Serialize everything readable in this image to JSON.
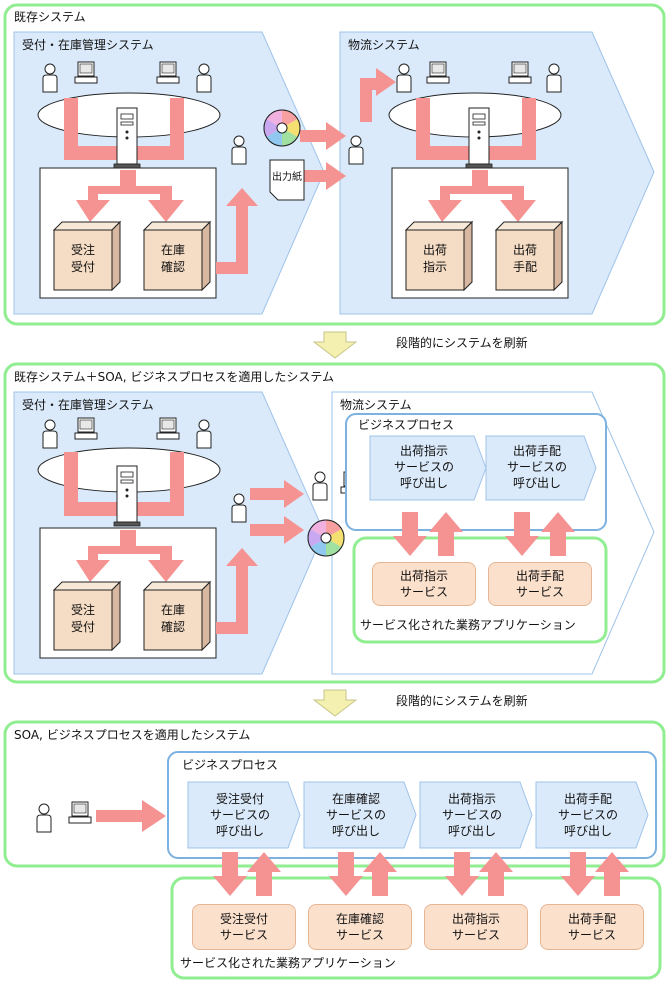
{
  "sections": {
    "legacy": {
      "title": "既存システム",
      "order_system": "受付・在庫管理システム",
      "logistics_system": "物流システム",
      "order_intake": [
        "受注",
        "受付"
      ],
      "stock_check": [
        "在庫",
        "確認"
      ],
      "shipping_instruction": [
        "出荷",
        "指示"
      ],
      "shipping_arrangement": [
        "出荷",
        "手配"
      ],
      "printout_label": "出力紙"
    },
    "transition_label": "段階的にシステムを刷新",
    "hybrid": {
      "title": "既存システム＋SOA, ビジネスプロセスを適用したシステム",
      "order_system": "受付・在庫管理システム",
      "logistics_system": "物流システム",
      "business_process": "ビジネスプロセス",
      "order_intake": [
        "受注",
        "受付"
      ],
      "stock_check": [
        "在庫",
        "確認"
      ],
      "call_ship_instruction": [
        "出荷指示",
        "サービスの",
        "呼び出し"
      ],
      "call_ship_arrangement": [
        "出荷手配",
        "サービスの",
        "呼び出し"
      ],
      "svc_ship_instruction": [
        "出荷指示",
        "サービス"
      ],
      "svc_ship_arrangement": [
        "出荷手配",
        "サービス"
      ],
      "service_apps": "サービス化された業務アプリケーション"
    },
    "soa": {
      "title": "SOA, ビジネスプロセスを適用したシステム",
      "business_process": "ビジネスプロセス",
      "calls": [
        [
          "受注受付",
          "サービスの",
          "呼び出し"
        ],
        [
          "在庫確認",
          "サービスの",
          "呼び出し"
        ],
        [
          "出荷指示",
          "サービスの",
          "呼び出し"
        ],
        [
          "出荷手配",
          "サービスの",
          "呼び出し"
        ]
      ],
      "services": [
        [
          "受注受付",
          "サービス"
        ],
        [
          "在庫確認",
          "サービス"
        ],
        [
          "出荷指示",
          "サービス"
        ],
        [
          "出荷手配",
          "サービス"
        ]
      ],
      "service_apps": "サービス化された業務アプリケーション"
    }
  },
  "colors": {
    "panel_border": "#90ee90",
    "chevron_fill": "#dbeafa",
    "chevron_stroke": "#9fc3ea",
    "arrow": "#f59292",
    "box_fill": "#f5dcc4",
    "service_fill": "#fbe0cc",
    "process_border": "#7cb1e0",
    "transition_arrow": "#f3f0b0"
  }
}
